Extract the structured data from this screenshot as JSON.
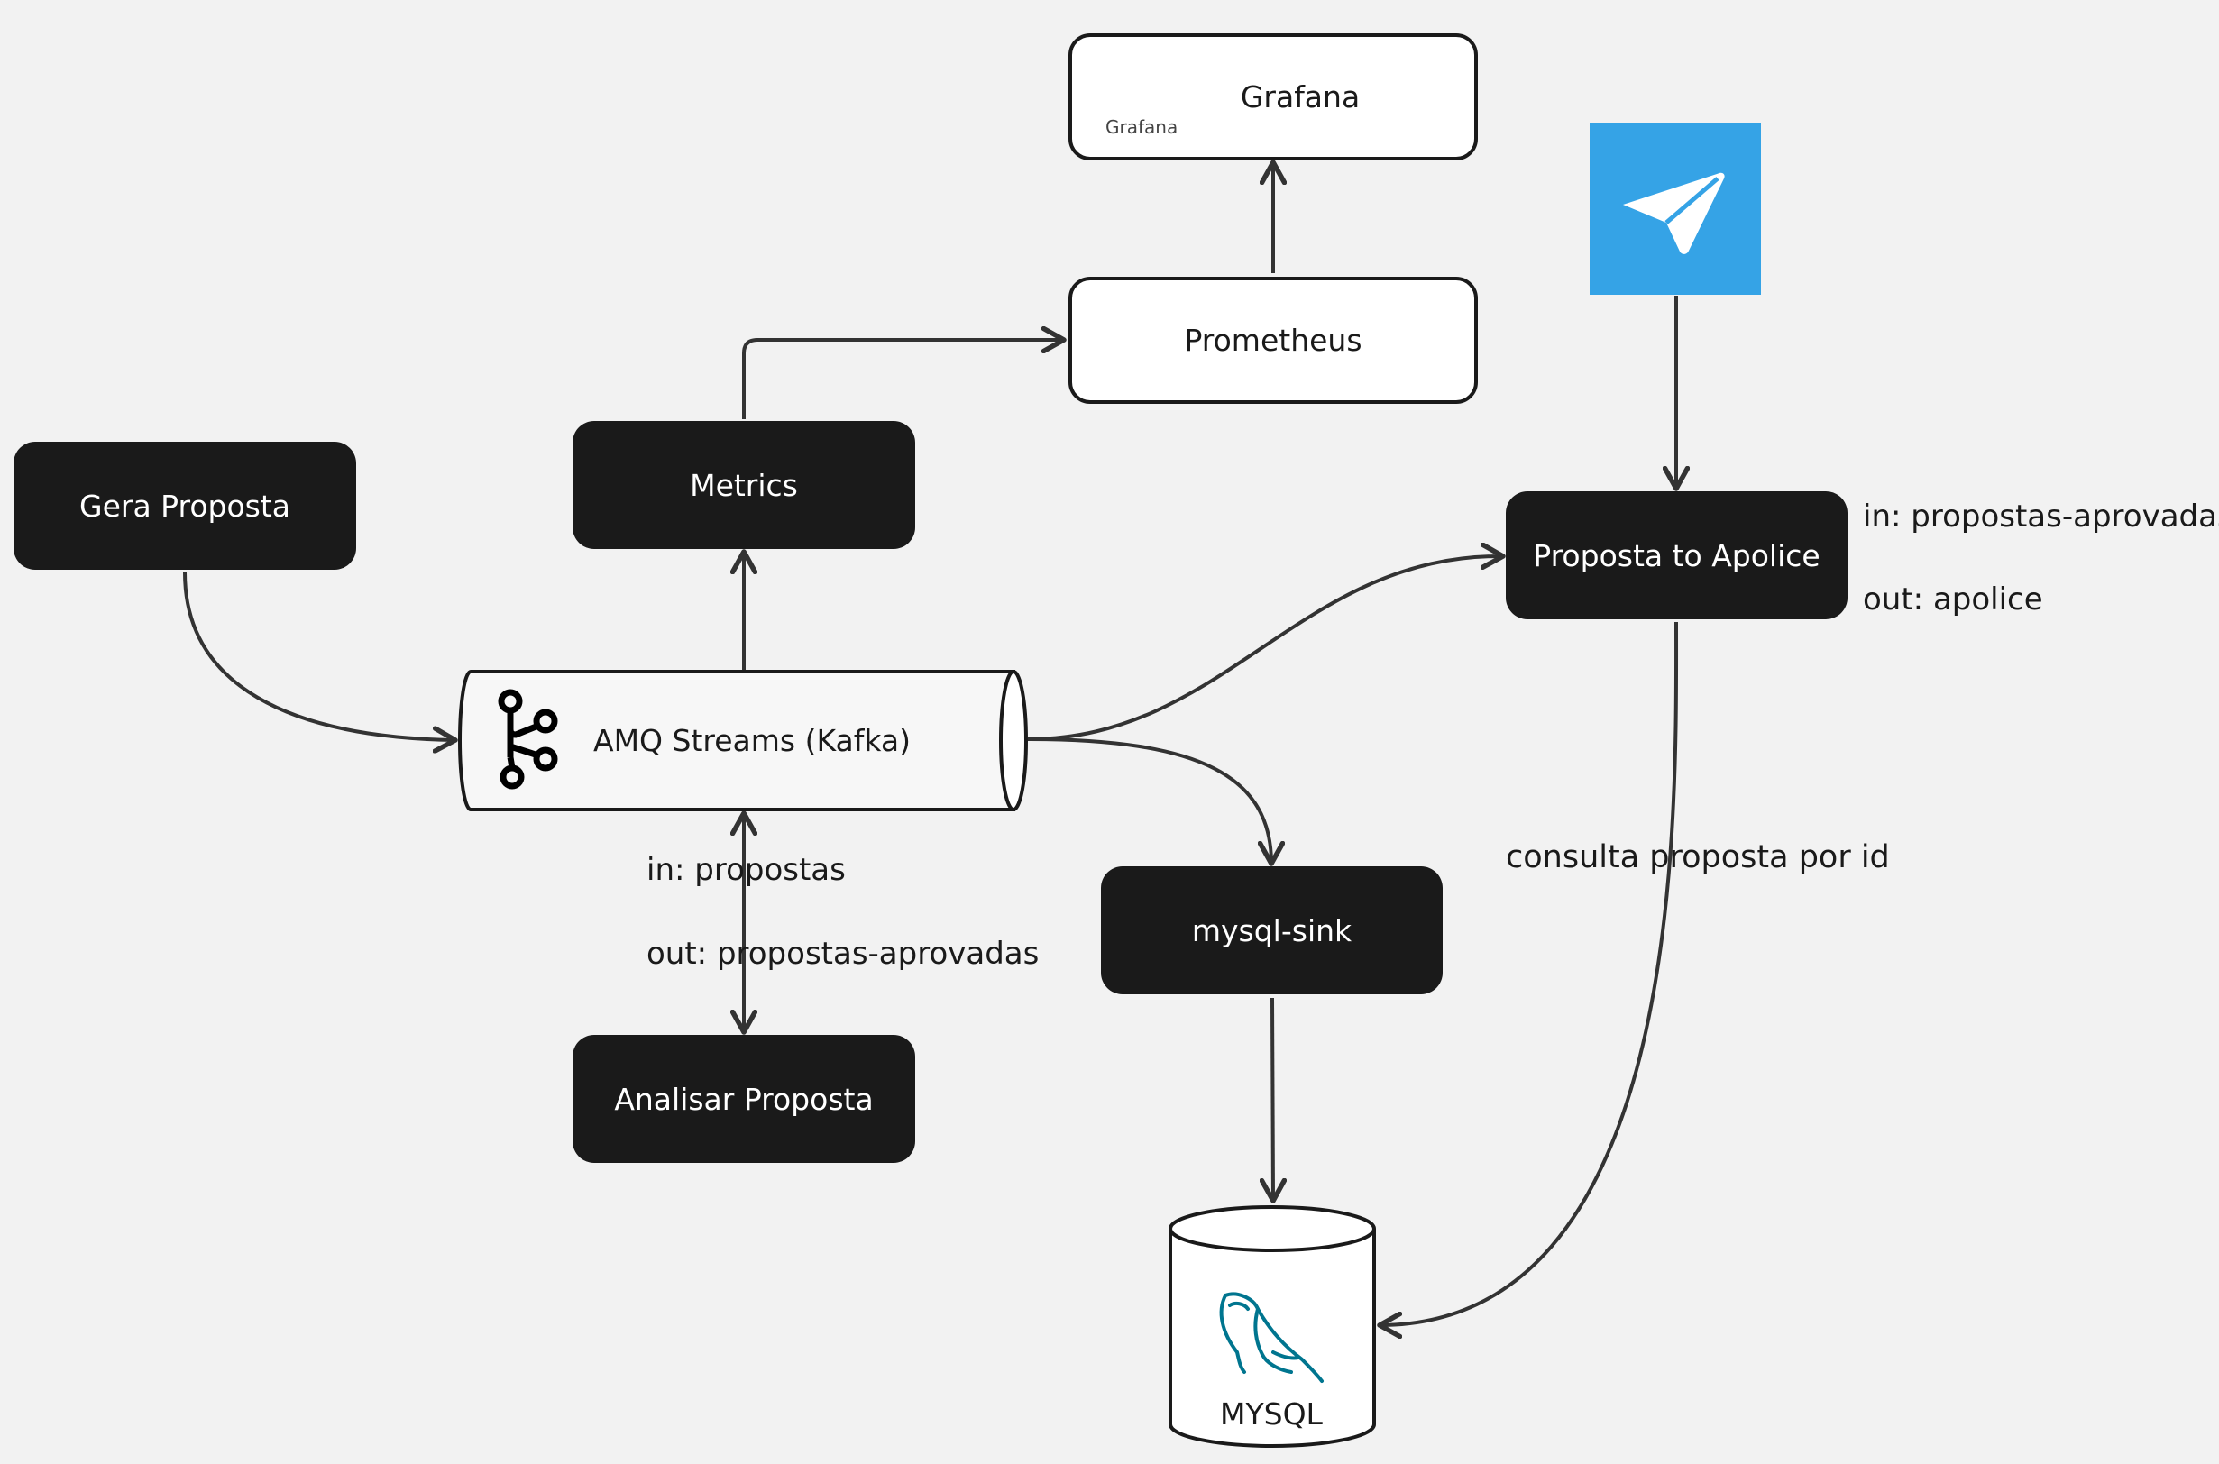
{
  "nodes": {
    "gera_proposta": "Gera Proposta",
    "metrics": "Metrics",
    "amq_streams": "AMQ Streams (Kafka)",
    "analisar_proposta": "Analisar Proposta",
    "grafana": "Grafana",
    "grafana_logo_text": "Grafana",
    "prometheus": "Prometheus",
    "proposta_to_apolice": "Proposta to Apolice",
    "mysql_sink": "mysql-sink",
    "mysql": "MYSQL"
  },
  "labels": {
    "kafka_in": "in: propostas",
    "kafka_out": "out: propostas-aprovadas",
    "apolice_in": "in: propostas-aprovadas",
    "apolice_out": "out: apolice",
    "consulta": "consulta proposta por id"
  },
  "icons": {
    "kafka": "kafka-icon",
    "grafana": "grafana-icon",
    "prometheus": "prometheus-icon",
    "telegram": "telegram-icon",
    "mysql": "mysql-dolphin-icon"
  },
  "colors": {
    "background": "#f2f2f2",
    "dark_box": "#1a1a1a",
    "telegram": "#35a3e6",
    "prometheus": "#e6522c",
    "grafana": "#f46800",
    "mysql": "#00758f"
  }
}
